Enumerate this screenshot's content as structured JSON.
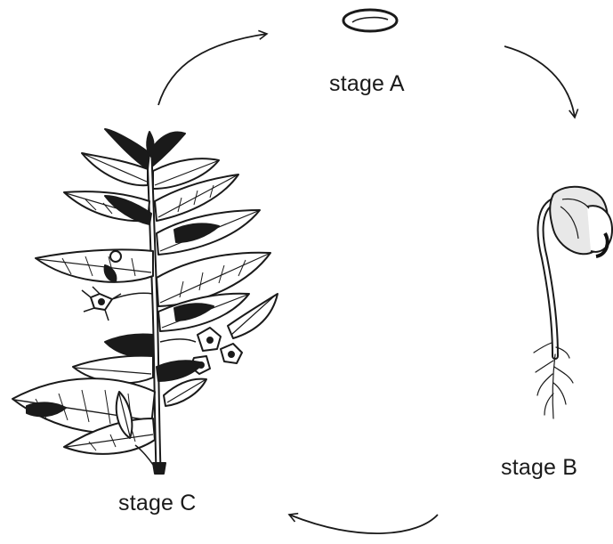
{
  "diagram": {
    "stages": [
      {
        "id": "A",
        "label": "stage A",
        "depicts": "seed"
      },
      {
        "id": "B",
        "label": "stage B",
        "depicts": "seedling"
      },
      {
        "id": "C",
        "label": "stage C",
        "depicts": "adult flowering plant"
      }
    ],
    "cycle_direction": "clockwise",
    "ink_color": "#1a1a1a"
  }
}
